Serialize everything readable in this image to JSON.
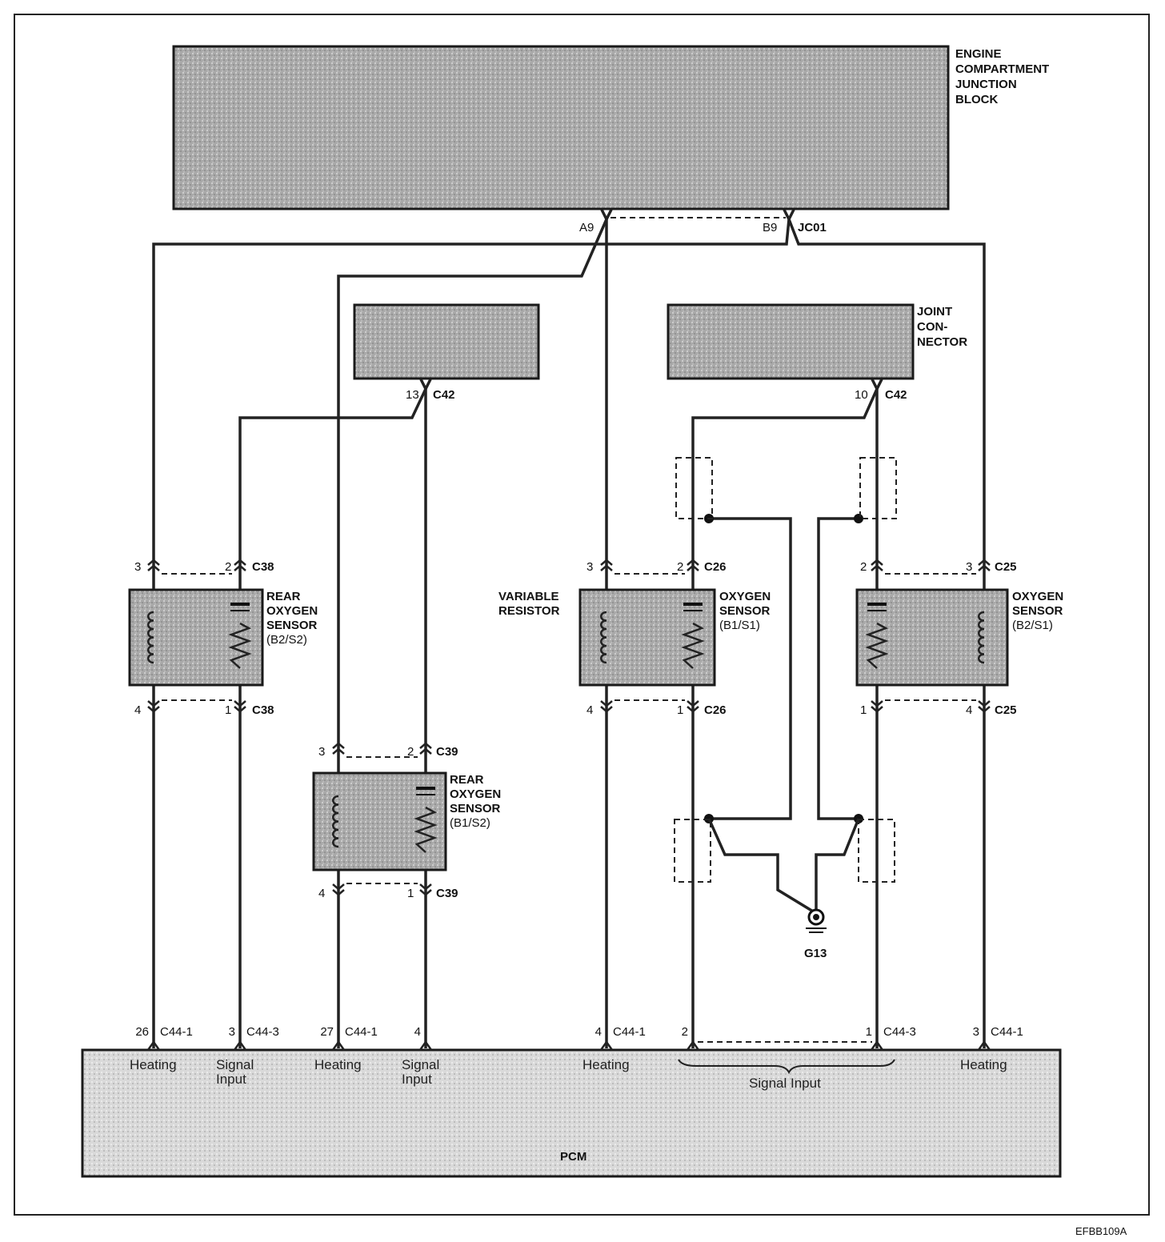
{
  "blocks": {
    "ecjb": {
      "lines": [
        "ENGINE",
        "COMPARTMENT",
        "JUNCTION",
        "BLOCK"
      ]
    },
    "joint_connector": {
      "lines": [
        "JOINT",
        "CON-",
        "NECTOR"
      ]
    },
    "pcm": "PCM"
  },
  "ecjb_pins": {
    "a9": "A9",
    "b9": "B9",
    "jc01": "JC01"
  },
  "c42": {
    "left_pin": "13",
    "right_pin": "10",
    "name": "C42"
  },
  "sensors": {
    "rear_b2s2": {
      "lines": [
        "REAR",
        "OXYGEN",
        "SENSOR"
      ],
      "sub": "(B2/S2)",
      "connector": "C38",
      "pins": [
        "3",
        "2",
        "4",
        "1"
      ]
    },
    "rear_b1s2": {
      "lines": [
        "REAR",
        "OXYGEN",
        "SENSOR"
      ],
      "sub": "(B1/S2)",
      "connector": "C39",
      "pins": [
        "3",
        "2",
        "4",
        "1"
      ]
    },
    "front_b1s1": {
      "lines": [
        "OXYGEN",
        "SENSOR"
      ],
      "sub": "(B1/S1)",
      "connector": "C26",
      "pins": [
        "3",
        "2",
        "4",
        "1"
      ]
    },
    "front_b2s1": {
      "lines": [
        "OXYGEN",
        "SENSOR"
      ],
      "sub": "(B2/S1)",
      "connector": "C25",
      "pins": [
        "2",
        "3",
        "1",
        "4"
      ]
    }
  },
  "variable_resistor": {
    "lines": [
      "VARIABLE",
      "RESISTOR"
    ]
  },
  "ground": "G13",
  "pcm_pins": [
    {
      "pin": "26",
      "conn": "C44-1",
      "label": [
        "Heating"
      ]
    },
    {
      "pin": "3",
      "conn": "C44-3",
      "label": [
        "Signal",
        "Input"
      ]
    },
    {
      "pin": "27",
      "conn": "C44-1",
      "label": [
        "Heating"
      ]
    },
    {
      "pin": "4",
      "conn": "",
      "label": [
        "Signal",
        "Input"
      ]
    },
    {
      "pin": "4",
      "conn": "C44-1",
      "label": [
        "Heating"
      ]
    },
    {
      "pin": "2",
      "conn": "",
      "label": []
    },
    {
      "pin": "1",
      "conn": "C44-3",
      "label": []
    },
    {
      "pin": "3",
      "conn": "C44-1",
      "label": [
        "Heating"
      ]
    }
  ],
  "signal_input_group": "Signal Input",
  "figure_code": "EFBB109A",
  "colors": {
    "block_fill": "#b8b8b8",
    "pcm_fill": "#d6d6d6",
    "wire": "#222222"
  }
}
